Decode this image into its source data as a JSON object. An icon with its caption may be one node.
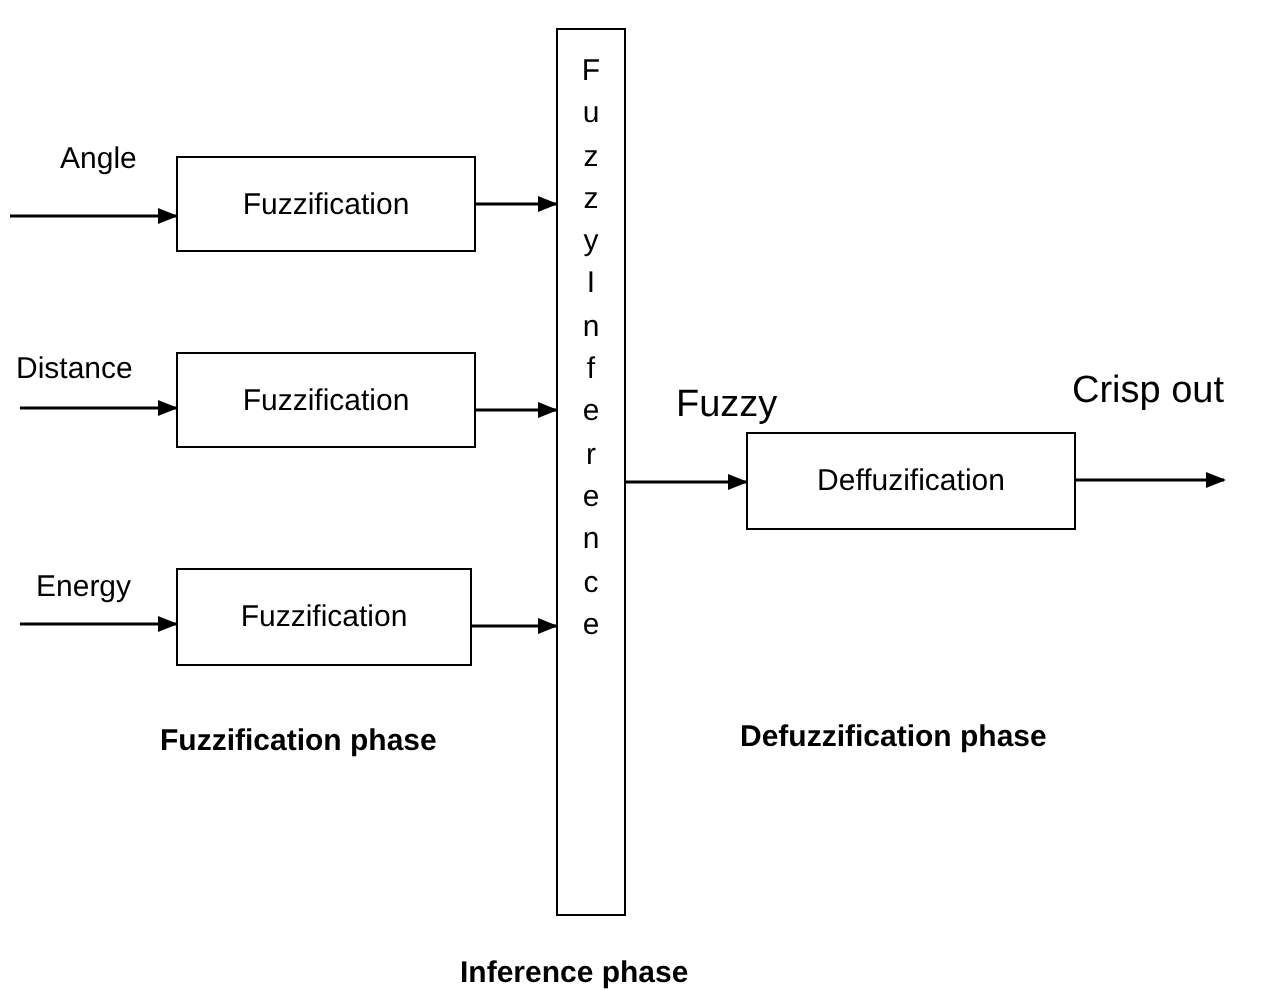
{
  "diagram": {
    "nodes": [
      {
        "text": [
          "Fuzzification"
        ]
      },
      {
        "text": [
          "Fuzzification"
        ]
      },
      {
        "text": [
          "Fuzzification"
        ]
      },
      {
        "text": [
          "Fuzzy Inference"
        ]
      },
      {
        "text": [
          "Deffuzification"
        ]
      }
    ],
    "edges": [
      {
        "from": null,
        "to": 0,
        "arrow": "to",
        "label": "Angle"
      },
      {
        "from": null,
        "to": 1,
        "arrow": "to",
        "label": "Distance"
      },
      {
        "from": null,
        "to": 2,
        "arrow": "to",
        "label": "Energy"
      },
      {
        "from": 0,
        "to": 3,
        "arrow": "to"
      },
      {
        "from": 1,
        "to": 3,
        "arrow": "to"
      },
      {
        "from": 2,
        "to": 3,
        "arrow": "to"
      },
      {
        "from": 3,
        "to": 4,
        "arrow": "to",
        "label": "Fuzzy"
      },
      {
        "from": 4,
        "to": null,
        "arrow": "to",
        "label": "Crisp out"
      }
    ],
    "labels": [
      "Fuzzification phase",
      "Defuzzification phase",
      "Inference phase"
    ]
  }
}
